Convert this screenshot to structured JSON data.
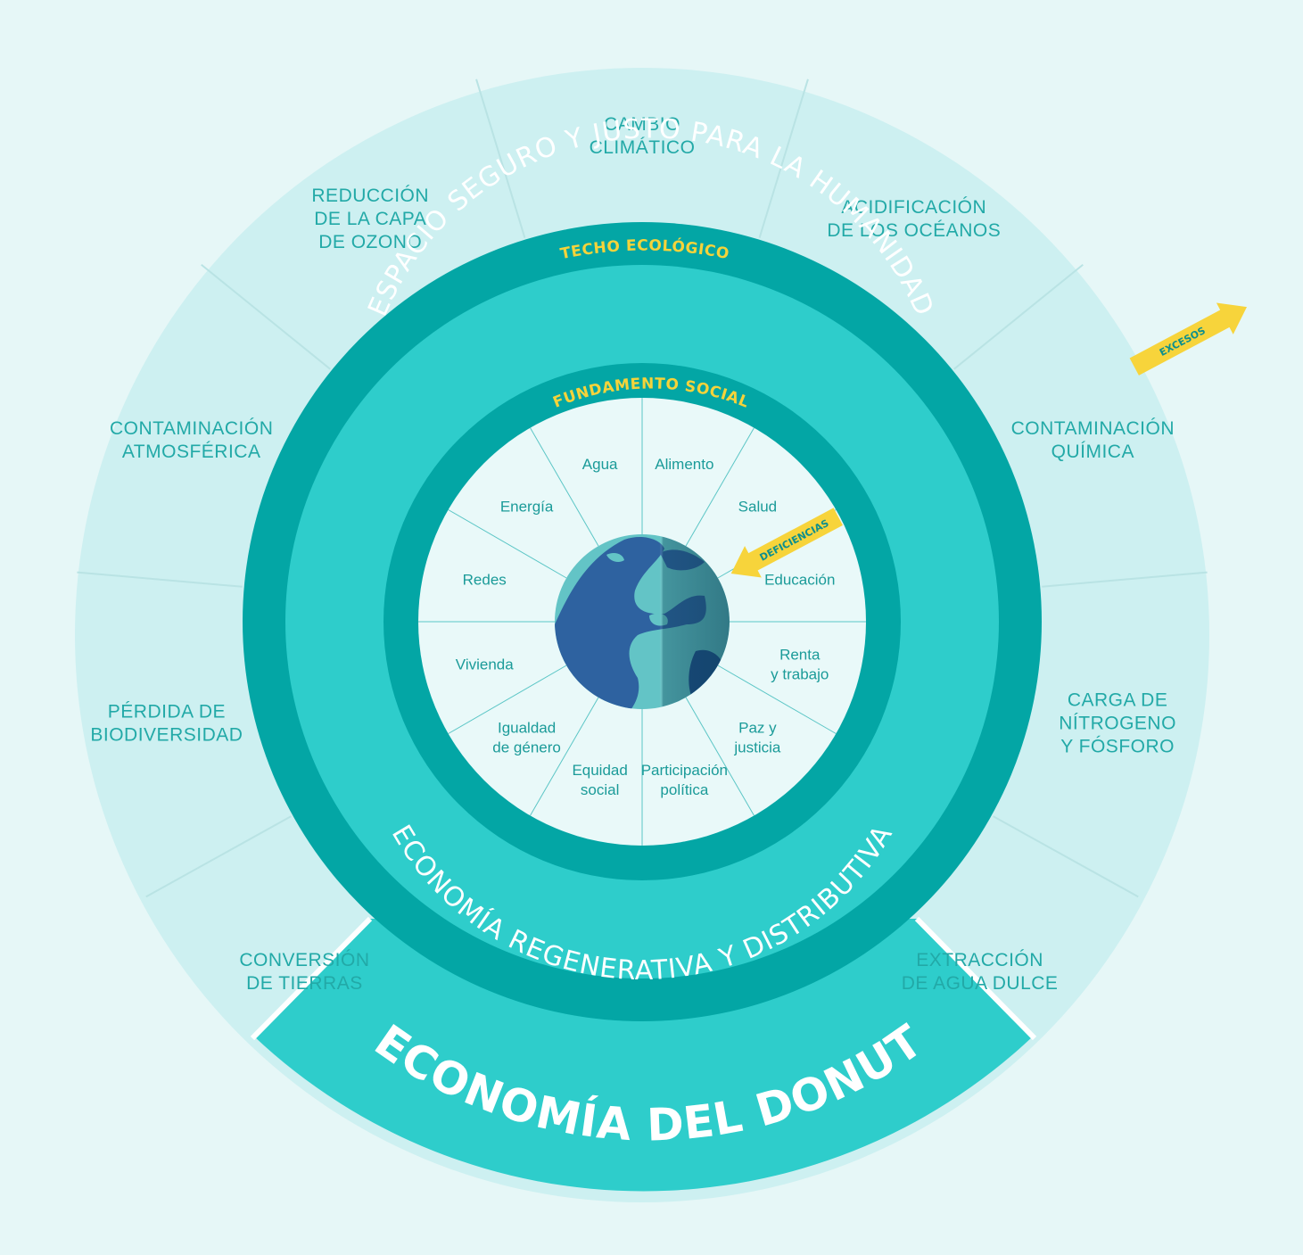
{
  "colors": {
    "background": "#e6f7f7",
    "outer_ring": "#cdf0f1",
    "dark_ring": "#03a6a5",
    "mid_ring": "#2ecdcb",
    "center_disc": "#e9f9f9",
    "arrow": "#f7d43b",
    "title_band": "#2ecdcb"
  },
  "title": "ECONOMÍA DEL DONUT",
  "ceiling_label": "TECHO ECOLÓGICO",
  "foundation_label": "FUNDAMENTO SOCIAL",
  "safe_space_label": "ESPACIO SEGURO Y JUSTO PARA LA HUMANIDAD",
  "economy_label": "ECONOMÍA REGENERATIVA Y DISTRIBUTIVA",
  "overshoot_label": "EXCESOS",
  "shortfall_label": "DEFICIENCIAS",
  "ecological_ceiling": [
    {
      "lines": [
        "CAMBIO",
        "CLIMÁTICO"
      ]
    },
    {
      "lines": [
        "ACIDIFICACIÓN",
        "DE LOS OCÉANOS"
      ]
    },
    {
      "lines": [
        "CONTAMINACIÓN",
        "QUÍMICA"
      ]
    },
    {
      "lines": [
        "CARGA DE",
        "NÍTROGENO",
        "Y FÓSFORO"
      ]
    },
    {
      "lines": [
        "EXTRACCIÓN",
        "DE AGUA DULCE"
      ]
    },
    {
      "lines": [
        "CONVERSIÓN",
        "DE TIERRAS"
      ]
    },
    {
      "lines": [
        "PÉRDIDA DE",
        "BIODIVERSIDAD"
      ]
    },
    {
      "lines": [
        "CONTAMINACIÓN",
        "ATMOSFÉRICA"
      ]
    },
    {
      "lines": [
        "REDUCCIÓN",
        "DE LA CAPA",
        "DE OZONO"
      ]
    }
  ],
  "social_foundation": [
    {
      "lines": [
        "Alimento"
      ]
    },
    {
      "lines": [
        "Salud"
      ]
    },
    {
      "lines": [
        "Educación"
      ]
    },
    {
      "lines": [
        "Renta",
        "y trabajo"
      ]
    },
    {
      "lines": [
        "Paz y",
        "justicia"
      ]
    },
    {
      "lines": [
        "Participación",
        "política"
      ]
    },
    {
      "lines": [
        "Equidad",
        "social"
      ]
    },
    {
      "lines": [
        "Igualdad",
        "de género"
      ]
    },
    {
      "lines": [
        "Vivienda"
      ]
    },
    {
      "lines": [
        "Redes"
      ]
    },
    {
      "lines": [
        "Energía"
      ]
    },
    {
      "lines": [
        "Agua"
      ]
    }
  ]
}
